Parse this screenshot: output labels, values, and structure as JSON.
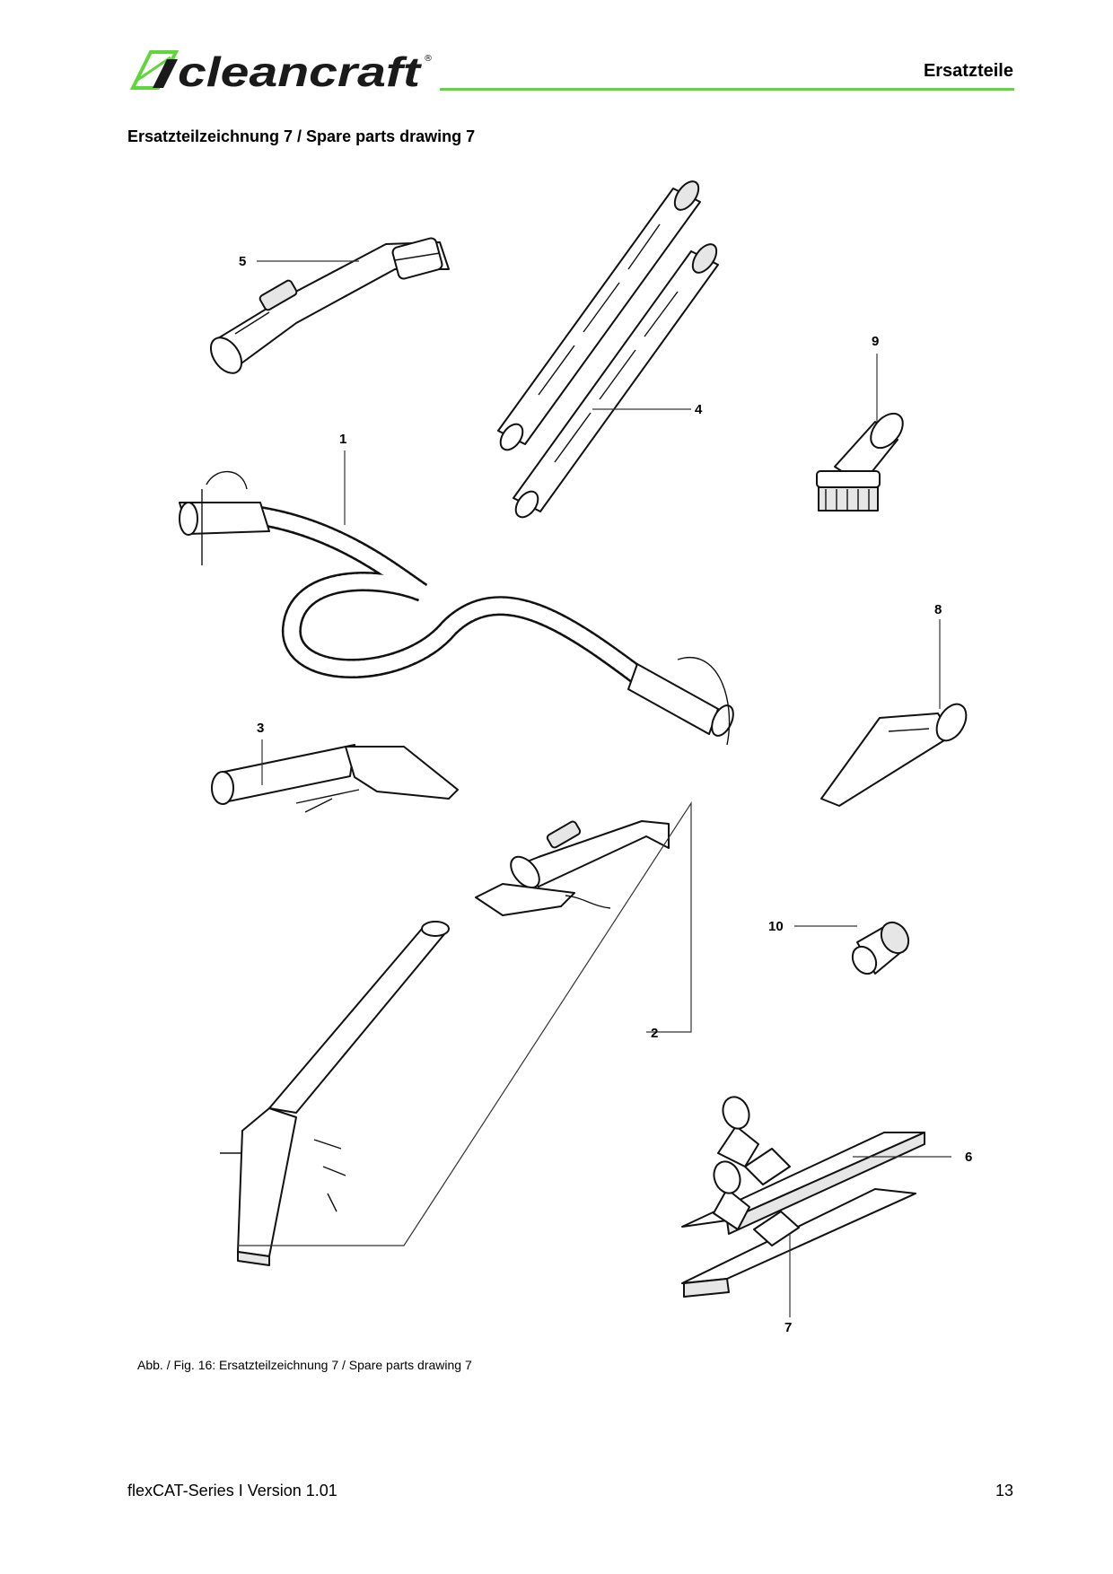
{
  "header": {
    "logo_text": "cleancraft",
    "section": "Ersatzteile",
    "accent_color": "#5fd63a"
  },
  "page": {
    "heading": "Ersatzteilzeichnung 7 / Spare parts drawing 7",
    "caption": "Abb. / Fig. 16: Ersatzteilzeichnung 7 / Spare parts drawing 7"
  },
  "drawing": {
    "callouts": [
      "1",
      "2",
      "3",
      "4",
      "5",
      "6",
      "7",
      "8",
      "9",
      "10"
    ]
  },
  "footer": {
    "left": "flexCAT-Series I Version 1.01",
    "page_number": "13"
  }
}
